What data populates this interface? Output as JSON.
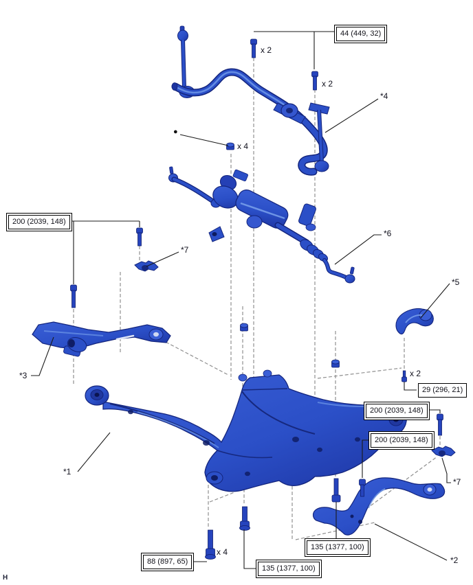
{
  "page_marker": "H",
  "markers": {
    "bullet": "●"
  },
  "colors": {
    "part_blue": "#2b4fc7",
    "part_dark_blue": "#13247c",
    "part_mid_blue": "#2440b5",
    "part_highlight": "#7fa6ee",
    "leader_line": "#1a1a1a",
    "projection_dash": "#8f8f8f",
    "label_background": "#ffffff",
    "label_border": "#000000",
    "text": "#101018"
  },
  "torque_labels": {
    "stabilizer_bracket": "44 (449, 32)",
    "crossmember_left": "200 (2039, 148)",
    "crossmember_right_upper": "200 (2039, 148)",
    "crossmember_right_lower": "200 (2039, 148)",
    "stopper_bolt": "29 (296, 21)",
    "arm_front_right": "135 (1377, 100)",
    "arm_front_center": "135 (1377, 100)",
    "gear_set_bolt": "88 (897, 65)"
  },
  "part_callouts": {
    "callout_1": "*1",
    "callout_2": "*2",
    "callout_3": "*3",
    "callout_4": "*4",
    "callout_5": "*5",
    "callout_6": "*6",
    "callout_7_left": "*7",
    "callout_7_right": "*7"
  },
  "quantity_markers": {
    "top_left": "x 2",
    "top_right": "x 2",
    "gear_nuts": "x 4",
    "stopper": "x 2",
    "bottom": "x 4"
  }
}
